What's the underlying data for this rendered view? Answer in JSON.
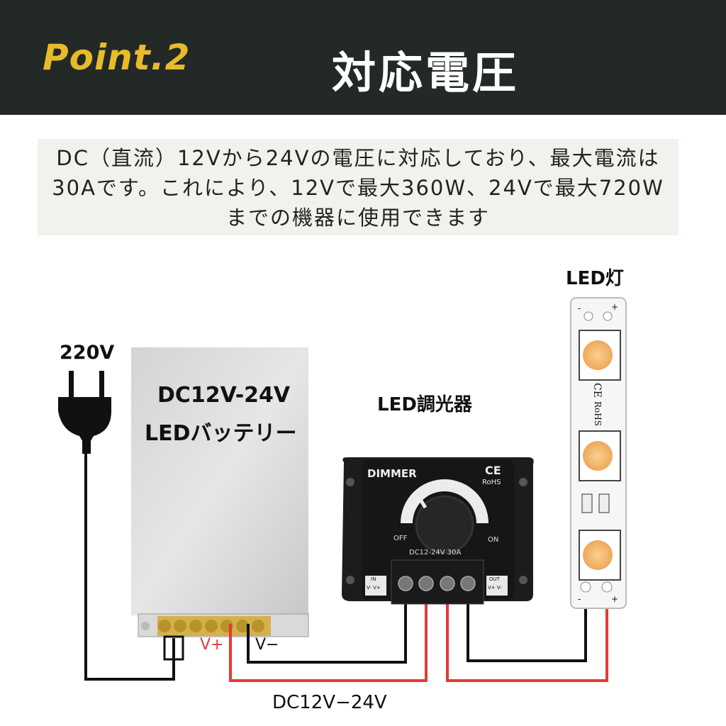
{
  "header": {
    "point_label": "Point.2",
    "title": "対応電圧"
  },
  "description": "DC（直流）12Vから24Vの電圧に対応しており、最大電流は30Aです。これにより、12Vで最大360W、24Vで最大720Wまでの機器に使用できます",
  "diagram": {
    "mains_label": "220V",
    "psu_label_line1": "DC12V-24V",
    "psu_label_line2": "LEDバッテリー",
    "dimmer_label": "LED調光器",
    "led_label": "LED灯",
    "dimmer_brand": "DIMMER",
    "dimmer_ce": "CE",
    "dimmer_rohs": "RoHS",
    "dimmer_off": "OFF",
    "dimmer_on": "ON",
    "dimmer_spec": "DC12-24V  30A",
    "dimmer_in": "IN",
    "dimmer_in_pins": "V- V+",
    "dimmer_out": "OUT",
    "dimmer_out_pins": "V+ V-",
    "strip_ce": "CE",
    "strip_rohs": "RoHS",
    "strip_minus": "-",
    "strip_plus": "+",
    "psu_vplus": "V+",
    "psu_vminus": "V−",
    "bottom_label": "DC12V−24V"
  },
  "colors": {
    "header_bg": "#222927",
    "accent": "#e8bb2a",
    "wire_red": "#e53935",
    "wire_black": "#111111",
    "led": "#f2b468"
  }
}
